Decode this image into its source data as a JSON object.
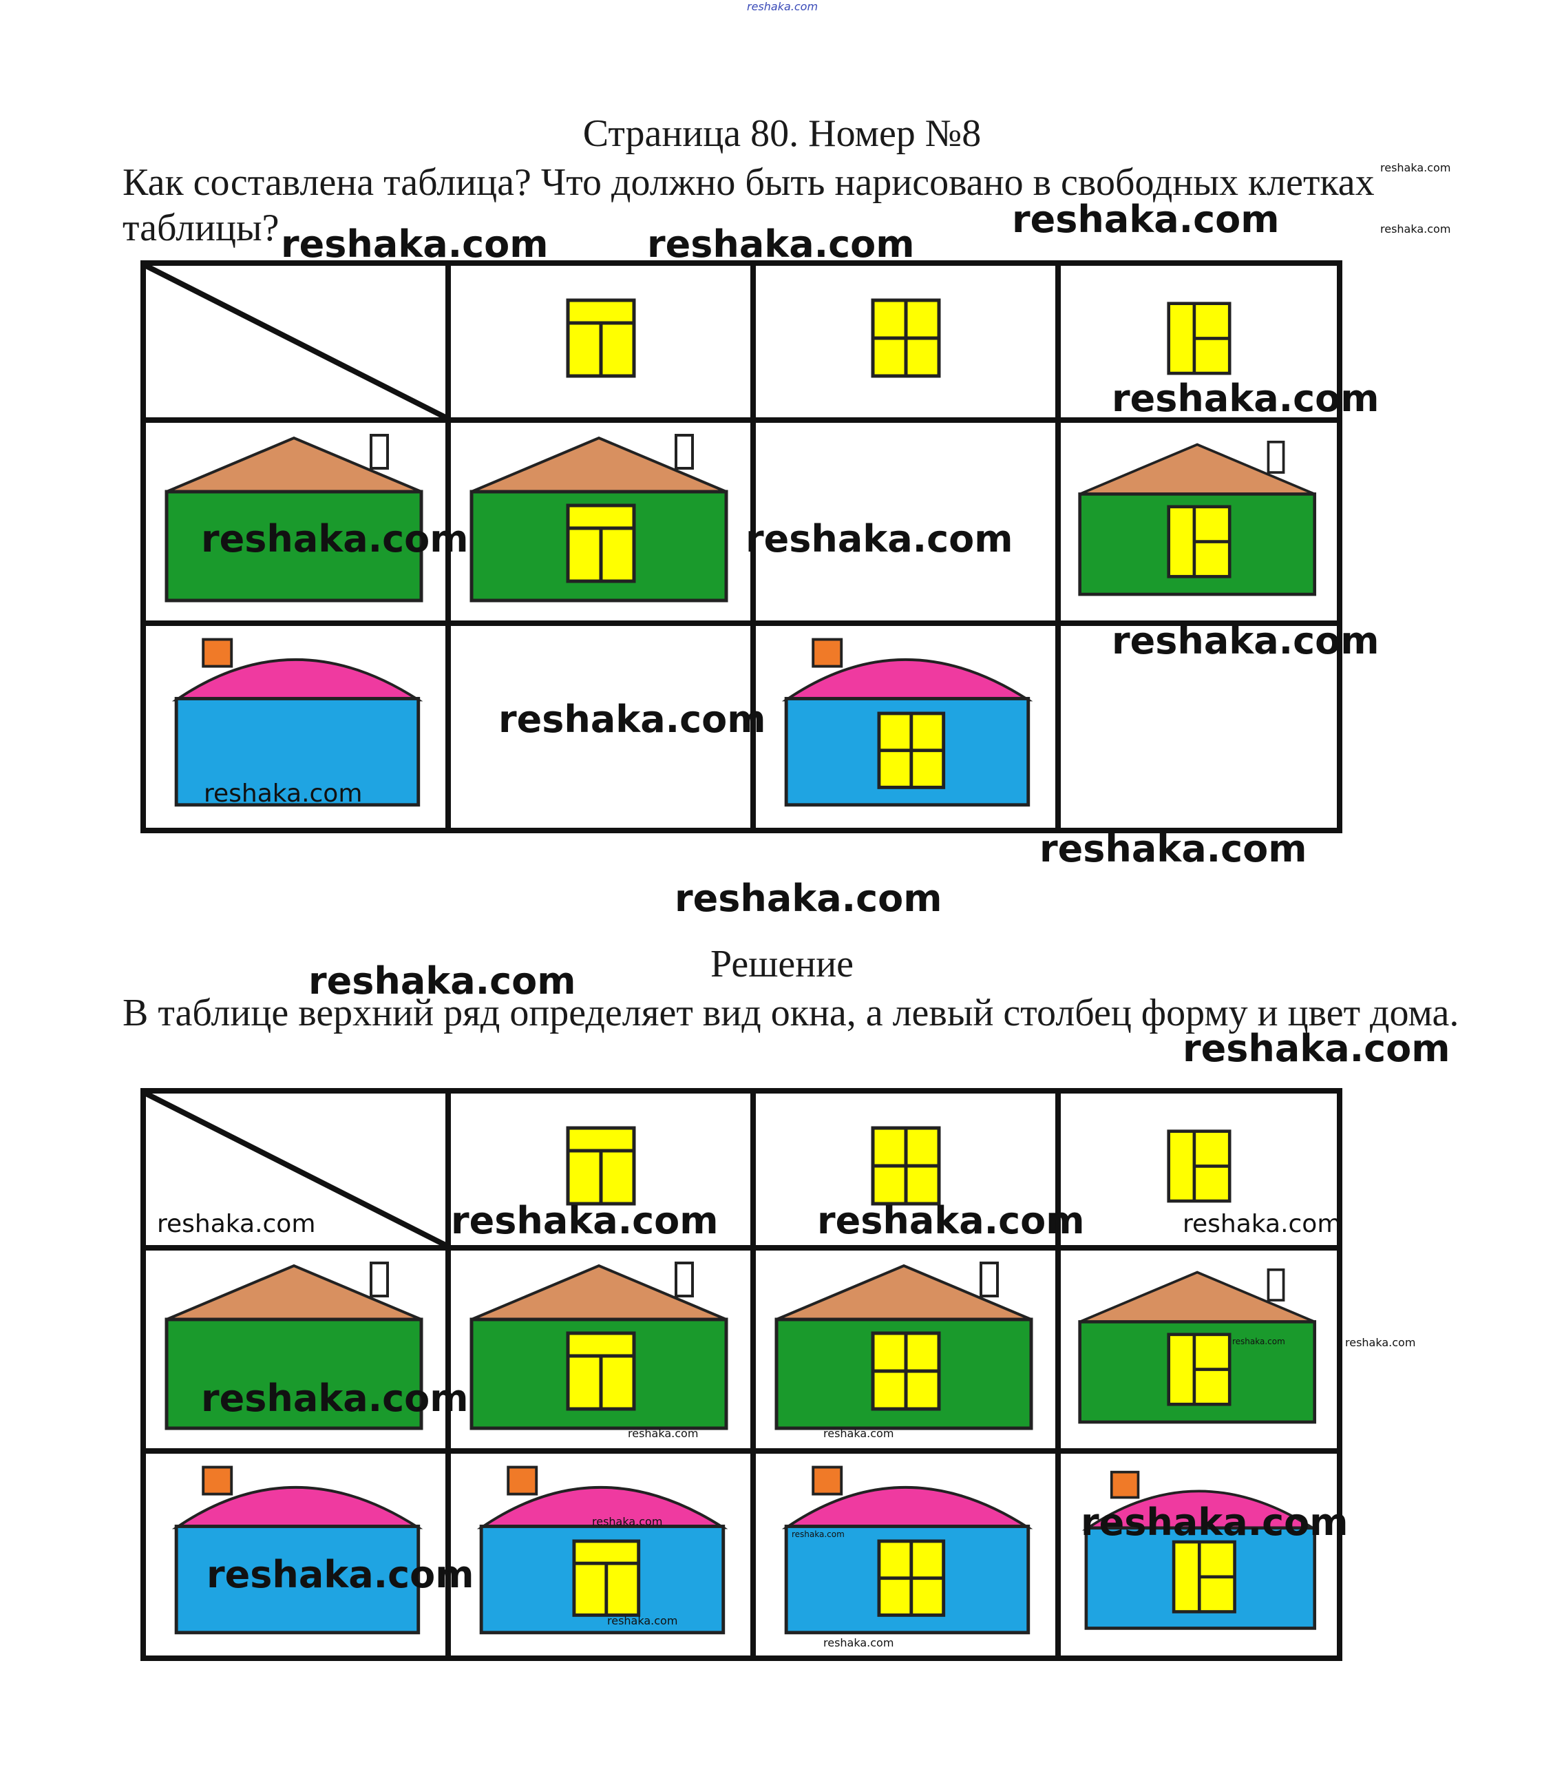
{
  "site_link": "reshaka.com",
  "title": "Страница 80. Номер №8",
  "question": "Как составлена таблица? Что должно быть нарисовано в свободных клетках таблицы?",
  "solution_heading": "Решение",
  "solution_text": "В таблице верхний ряд определяет вид окна, а левый столбец форму и цвет дома.",
  "watermark": "reshaka.com",
  "colors": {
    "yellow": "#ffff00",
    "green": "#1a9a2c",
    "roof_brown": "#d89060",
    "pink": "#ef3aa0",
    "blue": "#1fa4e2",
    "chimney_orange": "#f07a28"
  },
  "window_types": [
    "t-window",
    "cross-window",
    "h-window"
  ],
  "house_types": [
    "green-house-triangle-roof",
    "blue-house-dome-roof"
  ],
  "question_table": {
    "row1": [
      "house-green",
      "house-green-t-window",
      "empty",
      "house-green-h-window"
    ],
    "row2": [
      "house-blue",
      "empty",
      "house-blue-cross-window",
      "empty"
    ]
  },
  "answer_table": {
    "row1": [
      "house-green",
      "house-green-t-window",
      "house-green-cross-window",
      "house-green-h-window"
    ],
    "row2": [
      "house-blue",
      "house-blue-t-window",
      "house-blue-cross-window",
      "house-blue-h-window"
    ]
  }
}
